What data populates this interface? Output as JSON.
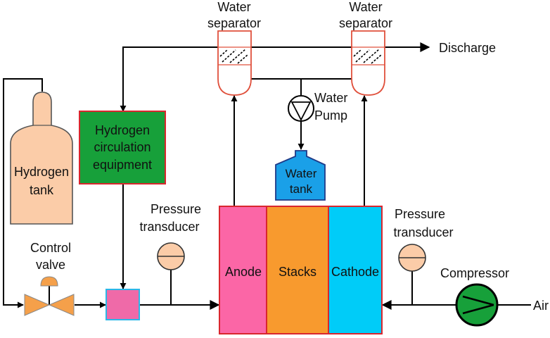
{
  "labels": {
    "water_separator_1": [
      "Water",
      "separator"
    ],
    "water_separator_2": [
      "Water",
      "separator"
    ],
    "discharge": "Discharge",
    "water_pump": [
      "Water",
      "Pump"
    ],
    "water_tank": [
      "Water",
      "tank"
    ],
    "hydrogen_circulation": [
      "Hydrogen",
      "circulation",
      "equipment"
    ],
    "hydrogen_tank": [
      "Hydrogen",
      "tank"
    ],
    "control_valve": [
      "Control",
      "valve"
    ],
    "pressure_transducer_1": [
      "Pressure",
      "transducer"
    ],
    "pressure_transducer_2": [
      "Pressure",
      "transducer"
    ],
    "anode": "Anode",
    "stacks": "Stacks",
    "cathode": "Cathode",
    "compressor": "Compressor",
    "air": "Air"
  },
  "colors": {
    "line": "#000000",
    "separator_stroke": "#e0503c",
    "box_stroke": "#d9262e",
    "hydrogen_tank_fill": "#fbcca8",
    "hydrogen_circulation_fill": "#17a03a",
    "water_tank_fill": "#1aa0e8",
    "valve_fill": "#f5a04a",
    "mixer_fill": "#ef6aa8",
    "mixer_stroke": "#2ab7e8",
    "gauge_fill": "#fbcca8",
    "anode_fill": "#fb66a6",
    "stacks_fill": "#f89a2e",
    "cathode_fill": "#00ccf8",
    "compressor_fill": "#17a03a"
  }
}
